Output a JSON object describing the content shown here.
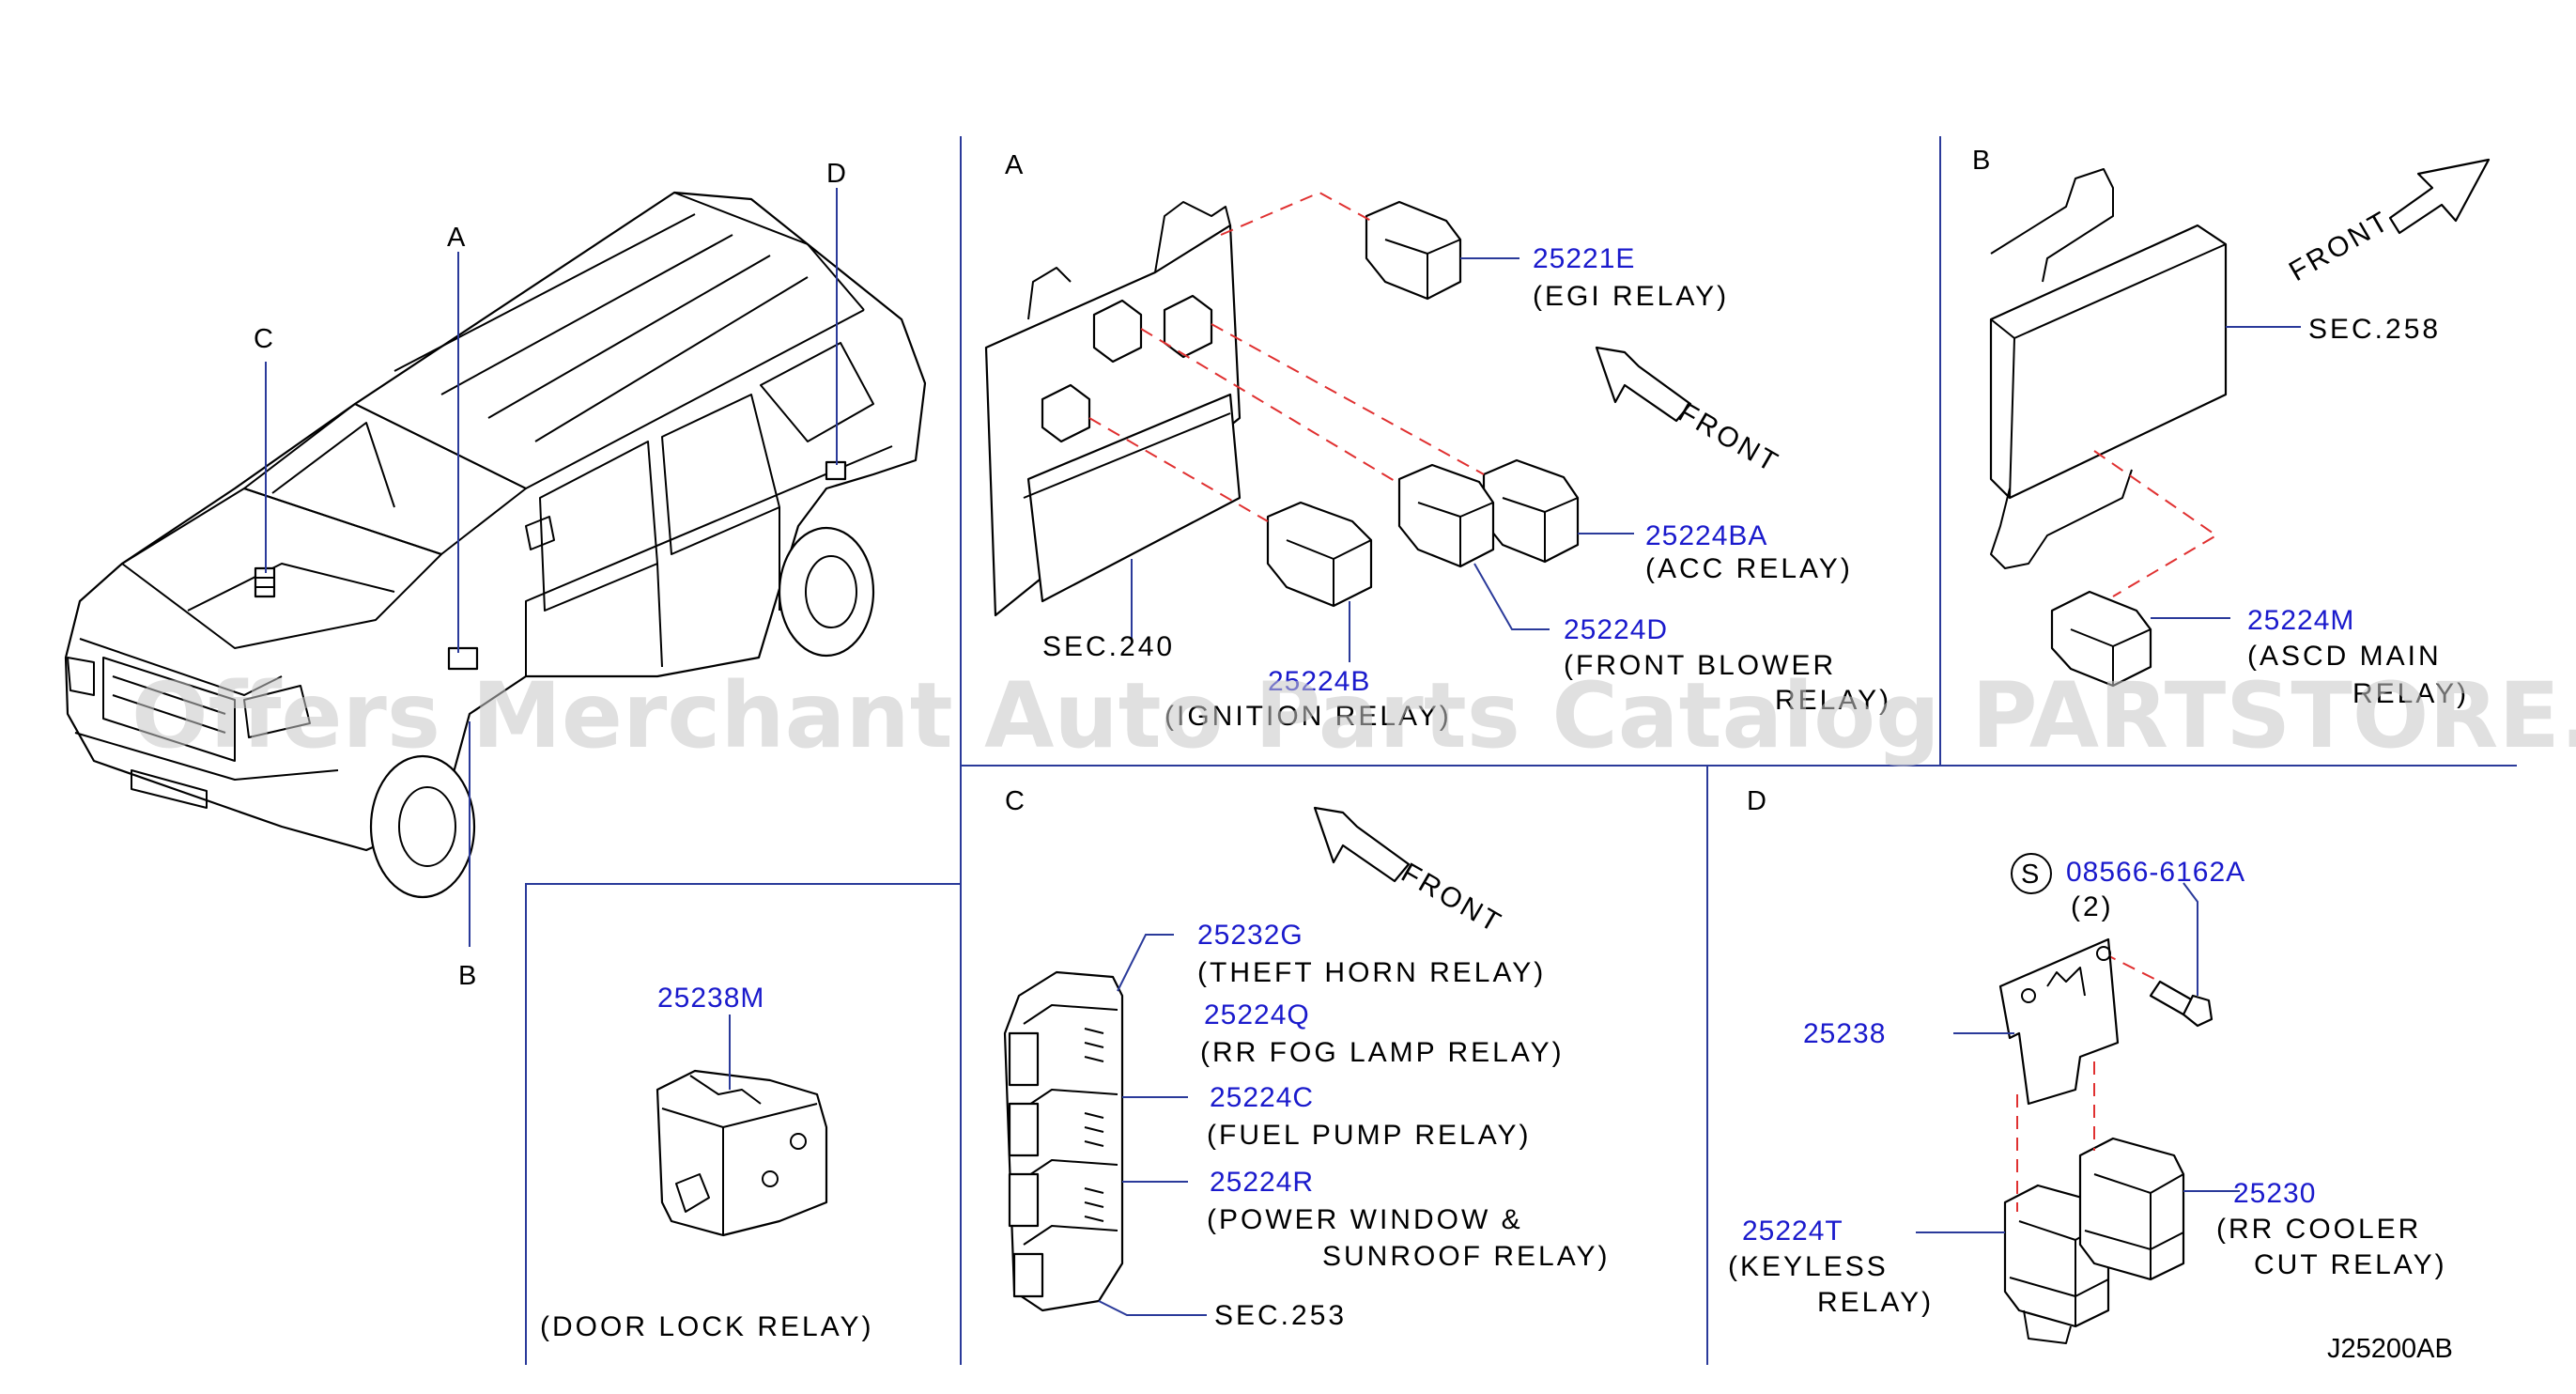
{
  "figure_code": "J25200AB",
  "watermark": "Offers Merchant Auto Parts Catalog PARTSTORE.SA",
  "vehicle_callouts": {
    "A": "A",
    "B": "B",
    "C": "C",
    "D": "D"
  },
  "front_label": "FRONT",
  "panel_A": {
    "letter": "A",
    "egi_pn": "25221E",
    "egi_name": "(EGI  RELAY)",
    "acc_pn": "25224BA",
    "acc_name": "(ACC  RELAY)",
    "blower_pn": "25224D",
    "blower_name": "(FRONT  BLOWER",
    "blower_name2": "RELAY)",
    "ign_pn": "25224B",
    "ign_name": "(IGNITION  RELAY)",
    "sec": "SEC.240"
  },
  "panel_B": {
    "letter": "B",
    "sec": "SEC.258",
    "ascd_pn": "25224M",
    "ascd_name": "(ASCD  MAIN",
    "ascd_name2": "RELAY)"
  },
  "panel_C": {
    "letter": "C",
    "theft_pn": "25232G",
    "theft_name": "(THEFT  HORN  RELAY)",
    "fog_pn": "25224Q",
    "fog_name": "(RR  FOG  LAMP  RELAY)",
    "fuel_pn": "25224C",
    "fuel_name": "(FUEL  PUMP  RELAY)",
    "pw_pn": "25224R",
    "pw_name": "(POWER  WINDOW  &",
    "pw_name2": "SUNROOF  RELAY)",
    "sec": "SEC.253"
  },
  "panel_D": {
    "letter": "D",
    "screw_symbol": "S",
    "screw_pn": "08566-6162A",
    "screw_qty": "(2)",
    "bracket_pn": "25238",
    "keyless_pn": "25224T",
    "keyless_name": "(KEYLESS",
    "keyless_name2": "RELAY)",
    "cooler_pn": "25230",
    "cooler_name": "(RR  COOLER",
    "cooler_name2": "CUT  RELAY)"
  },
  "door_lock": {
    "pn": "25238M",
    "name": "(DOOR  LOCK  RELAY)"
  }
}
